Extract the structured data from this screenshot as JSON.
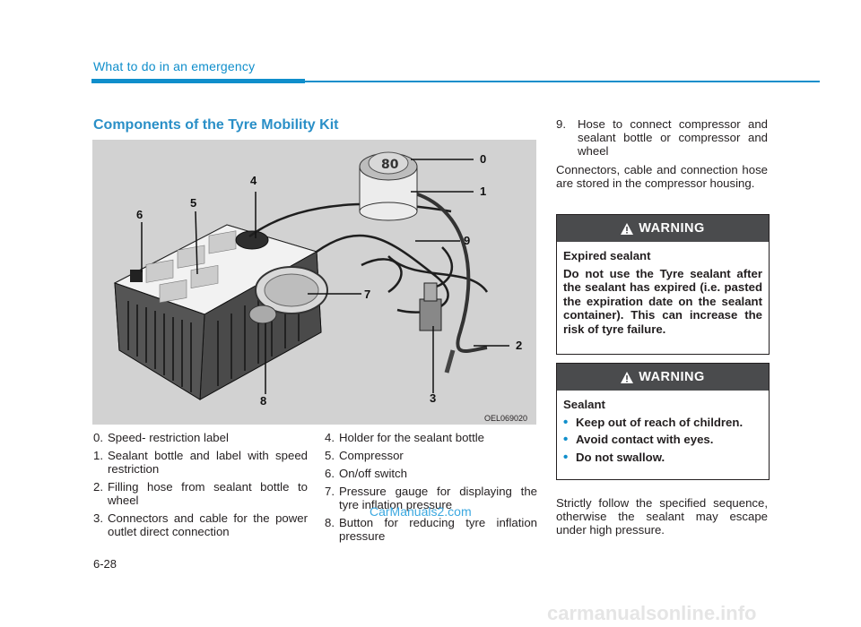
{
  "header": {
    "title": "What to do in an emergency"
  },
  "section": {
    "title": "Components of the Tyre Mobility Kit"
  },
  "figure": {
    "code": "OEL069020",
    "callouts": [
      "0",
      "1",
      "2",
      "3",
      "4",
      "5",
      "6",
      "7",
      "8",
      "9"
    ]
  },
  "components_left": [
    {
      "num": "0.",
      "text": "Speed- restriction label"
    },
    {
      "num": "1.",
      "text": "Sealant bottle and label with speed restriction"
    },
    {
      "num": "2.",
      "text": "Filling hose from sealant bottle to wheel"
    },
    {
      "num": "3.",
      "text": "Connectors and cable for the power outlet direct connection"
    }
  ],
  "components_mid": [
    {
      "num": "4.",
      "text": "Holder for the sealant bottle"
    },
    {
      "num": "5.",
      "text": "Compressor"
    },
    {
      "num": "6.",
      "text": "On/off switch"
    },
    {
      "num": "7.",
      "text": "Pressure gauge for displaying the tyre inflation pressure"
    },
    {
      "num": "8.",
      "text": "Button for reducing tyre inflation pressure"
    }
  ],
  "right": {
    "item9": {
      "num": "9.",
      "text": "Hose to connect compressor and sealant bottle or compressor and wheel"
    },
    "note": "Connectors, cable and connection hose are stored in the compressor housing."
  },
  "warning1": {
    "label": "WARNING",
    "title": "Expired sealant",
    "text": "Do not use the Tyre sealant after the sealant has expired (i.e. pasted the expiration date on the sealant container). This can increase the risk of tyre failure."
  },
  "warning2": {
    "label": "WARNING",
    "title": "Sealant",
    "bullets": [
      "Keep out of reach of children.",
      "Avoid contact with eyes.",
      "Do not swallow."
    ]
  },
  "trailing": "Strictly follow the specified sequence, otherwise the sealant may escape under high pressure.",
  "watermark": "CarManuals2.com",
  "page_number": "6-28",
  "bottom_watermark": "carmanualsonline.info",
  "colors": {
    "accent": "#0f8ecb",
    "warning_header": "#4a4b4d",
    "figure_bg": "#d2d2d2"
  }
}
